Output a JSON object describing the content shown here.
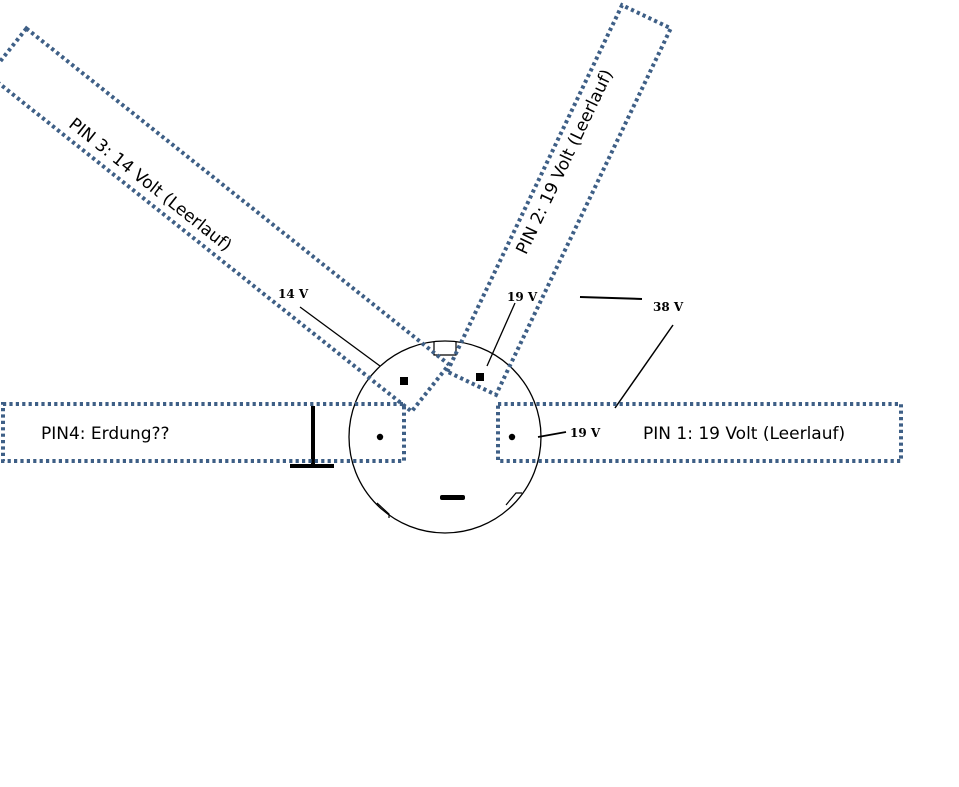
{
  "callouts": {
    "pin1": "PIN 1: 19 Volt (Leerlauf)",
    "pin2": "PIN 2: 19 Volt (Leerlauf)",
    "pin3": "PIN 3: 14 Volt (Leerlauf)",
    "pin4": "PIN4: Erdung??"
  },
  "voltage_labels": {
    "pin3": "14 V",
    "pin2": "19 V",
    "pin1": "19 V",
    "top_right": "38 V"
  },
  "colors": {
    "callout_border": "#3e5f86",
    "ink": "#000000"
  }
}
